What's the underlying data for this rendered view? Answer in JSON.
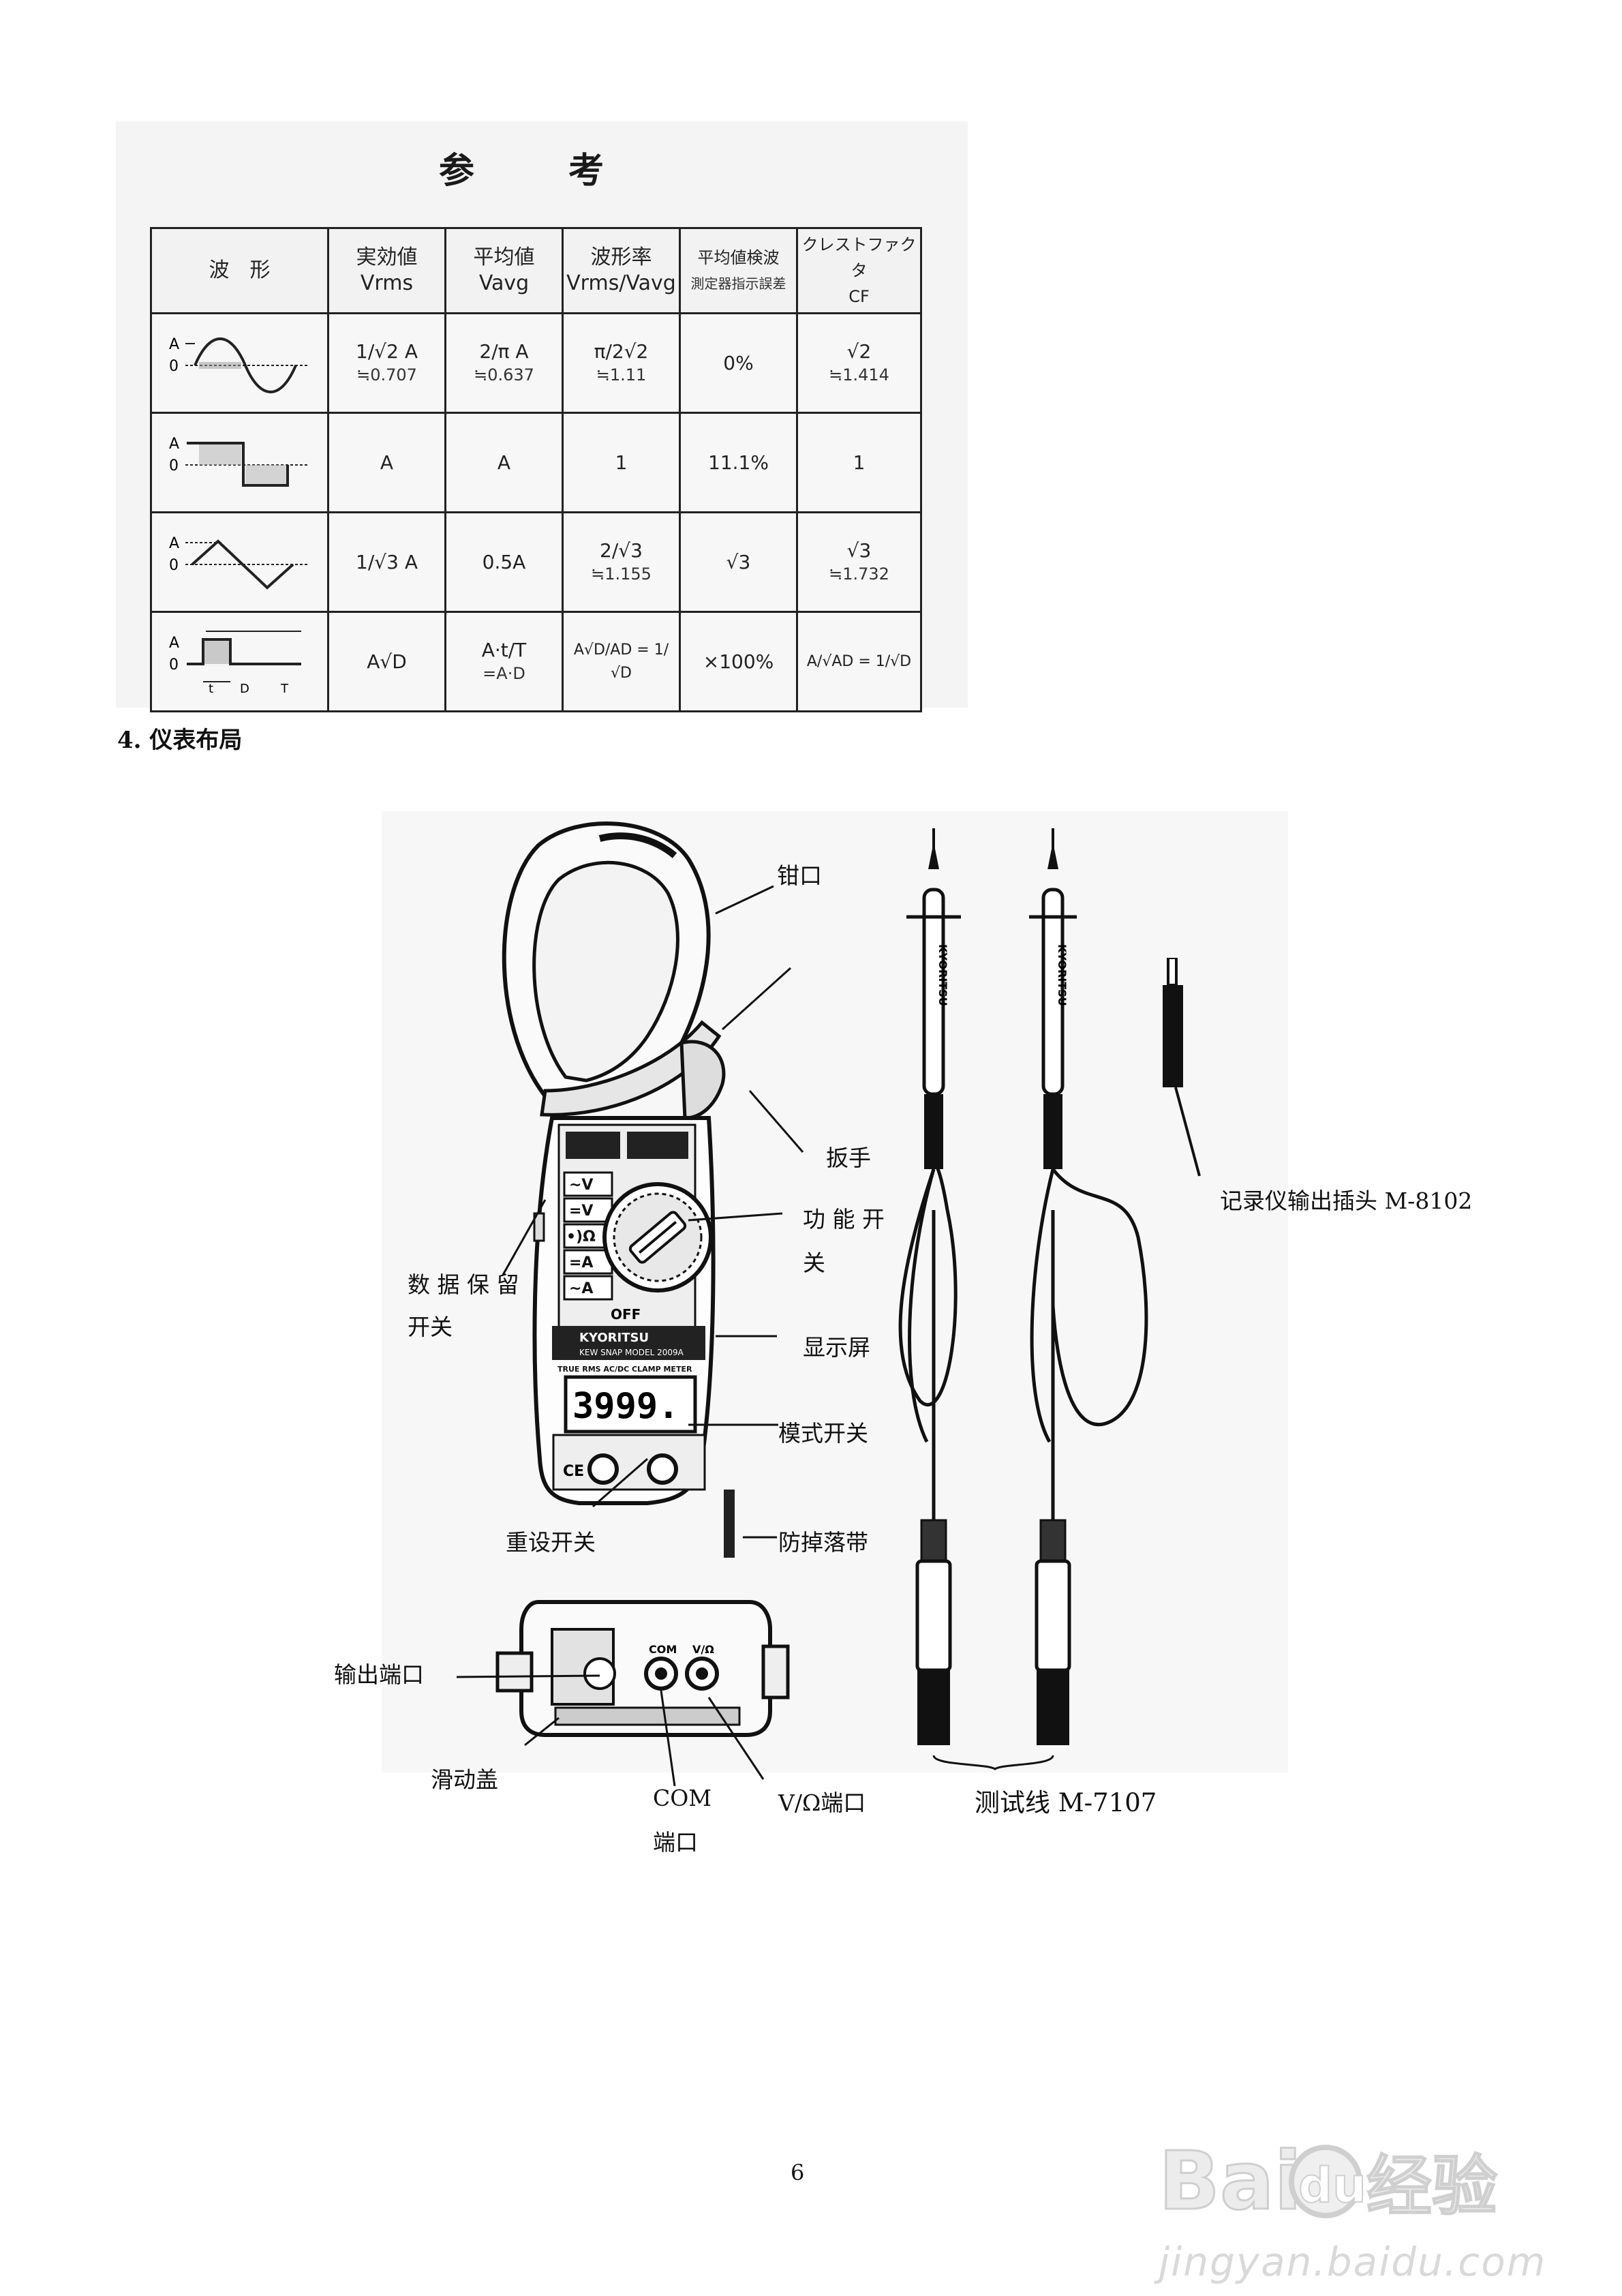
{
  "reference": {
    "title": "参 考",
    "headers": [
      {
        "line1": "波　形",
        "line2": ""
      },
      {
        "line1": "実効値",
        "line2": "Vrms"
      },
      {
        "line1": "平均値",
        "line2": "Vavg"
      },
      {
        "line1": "波形率",
        "line2": "Vrms/Vavg"
      },
      {
        "line1": "平均値検波",
        "line2": "測定器指示誤差"
      },
      {
        "line1": "クレストファクタ",
        "line2": "CF"
      }
    ],
    "rows": [
      {
        "waveform": "sine",
        "vrms": "1/√2 A",
        "vrms_approx": "≒0.707",
        "vavg": "2/π A",
        "vavg_approx": "≒0.637",
        "ff": "π/2√2",
        "ff_approx": "≒1.11",
        "err": "0%",
        "cf": "√2",
        "cf_approx": "≒1.414"
      },
      {
        "waveform": "square",
        "vrms": "A",
        "vrms_approx": "",
        "vavg": "A",
        "vavg_approx": "",
        "ff": "1",
        "ff_approx": "",
        "err": "11.1%",
        "cf": "1",
        "cf_approx": ""
      },
      {
        "waveform": "triangle",
        "vrms": "1/√3 A",
        "vrms_approx": "",
        "vavg": "0.5A",
        "vavg_approx": "",
        "ff": "2/√3",
        "ff_approx": "≒1.155",
        "err": "√3",
        "cf": "√3",
        "cf_approx": "≒1.732"
      },
      {
        "waveform": "pulse",
        "vrms": "A√D",
        "vrms_approx": "",
        "vavg": "A·t/T",
        "vavg_approx": "=A·D",
        "ff": "A√D/AD = 1/√D",
        "ff_approx": "",
        "err": "×100%",
        "cf": "A/√AD = 1/√D",
        "cf_approx": ""
      }
    ],
    "axis_a": "A",
    "axis_zero": "0"
  },
  "section": {
    "heading": "4.  仪表布局"
  },
  "meter": {
    "brand": "KYORITSU",
    "model": "KEW SNAP MODEL 2009A",
    "subtitle": "TRUE RMS AC/DC CLAMP METER",
    "display_value": "3999.",
    "dial_off": "OFF",
    "dial_labels": [
      "~V",
      "=V",
      "•)Ω",
      "=A",
      "~A"
    ],
    "ports_com": "COM",
    "ports_vo": "V/Ω",
    "lead_brand": "KYORITSU"
  },
  "labels": {
    "jaw": "钳口",
    "trigger": "扳手",
    "function_switch_1": "功 能 开",
    "function_switch_2": "关",
    "hold_1": "数 据 保 留",
    "hold_2": "开关",
    "display": "显示屏",
    "mode_switch": "模式开关",
    "reset": "重设开关",
    "strap": "防掉落带",
    "recorder_plug": "记录仪输出插头 M-8102",
    "output_port": "输出端口",
    "slide_cover": "滑动盖",
    "com_port_1": "COM",
    "com_port_2": "端口",
    "vo_port": "V/Ω端口",
    "test_leads": "测试线 M-7107"
  },
  "page_number": "6",
  "watermark": {
    "logo_text": "Bai du 经验",
    "url": "jingyan.baidu.com"
  }
}
